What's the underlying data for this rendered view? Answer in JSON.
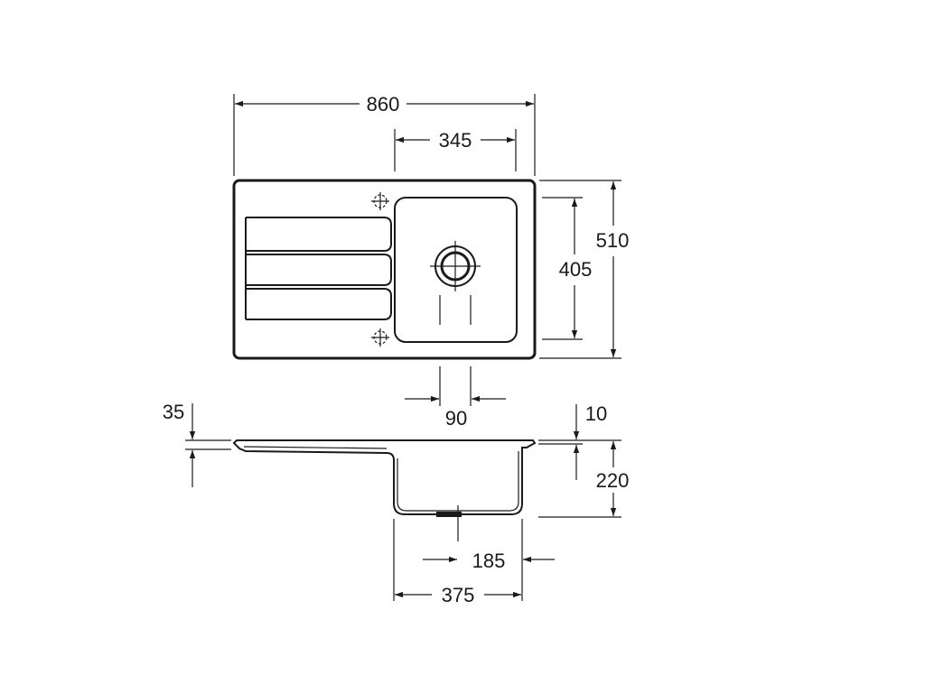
{
  "drawing": {
    "top_view": {
      "overall_width": "860",
      "bowl_width": "345",
      "overall_depth": "510",
      "bowl_depth": "405",
      "waste_offset": "90"
    },
    "side_view": {
      "drainer_thickness": "35",
      "rim_height": "10",
      "bowl_height": "220",
      "waste_distance": "185",
      "bowl_length": "375"
    },
    "colors": {
      "line": "#1a1a1a",
      "background": "#ffffff"
    }
  }
}
